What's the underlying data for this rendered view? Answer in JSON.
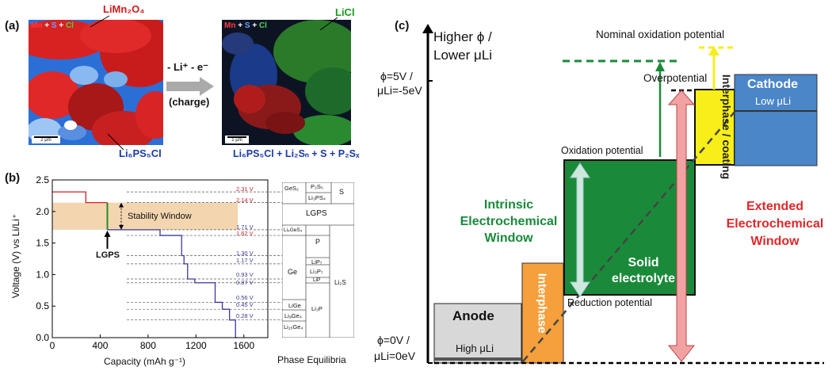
{
  "panel_a": {
    "label": "(a)",
    "left_caption": "LiMn₂O₄",
    "left_legend": [
      "Mn",
      "+",
      "S",
      "+",
      "Cl"
    ],
    "left_bottom_caption": "Li₆PS₅Cl",
    "left_scale": "2 μm",
    "arrow_top": "- Li⁺ - e⁻",
    "arrow_bottom": "(charge)",
    "right_caption": "LiCl",
    "right_legend": [
      "Mn",
      "+",
      "S",
      "+",
      "Cl"
    ],
    "right_scale": "1 μm",
    "right_bottom_caption": "Li₆PS₅Cl + Li₂Sₙ + S + P₂Sₓ"
  },
  "panel_b": {
    "label": "(b)",
    "stability_label": "Stability Window",
    "lgps_label": "LGPS",
    "phase_title": "Phase Equilibria",
    "phase_cells": {
      "ges2": "GeS₂",
      "p2s5": "P₂S₅",
      "li3ps4": "Li₃PS₄",
      "s": "S",
      "lgps": "LGPS",
      "li4ges4": "Li₄GeS₄",
      "p": "P",
      "lip7": "LiP₇",
      "ge": "Ge",
      "li3p7": "Li₃P₇",
      "lip": "LiP",
      "li2s": "Li₂S",
      "lige": "LiGe",
      "li9ge4": "Li₉Ge₄",
      "li15ge4": "Li₁₅Ge₄",
      "li3p": "Li₃P"
    },
    "red_voltage_labels": [
      "2.31 V",
      "2.14 V",
      "1.62 V"
    ],
    "blue_voltage_labels": [
      "1.71 V",
      "1.30 V",
      "1.17 V",
      "0.93 V",
      "0.87 V",
      "0.56 V",
      "0.45 V",
      "0.28 V"
    ]
  },
  "chart_data": {
    "type": "line",
    "xlabel": "Capacity (mAh g⁻¹)",
    "ylabel": "Voltage (V) vs Li/Li⁺",
    "xlim": [
      0,
      1800
    ],
    "ylim": [
      0,
      2.5
    ],
    "xticks": [
      0,
      400,
      800,
      1200,
      1600
    ],
    "yticks": [
      0.0,
      0.5,
      1.0,
      1.5,
      2.0,
      2.5
    ],
    "stability_window": [
      1.71,
      2.14
    ],
    "lgps_capacity": 460,
    "colors": {
      "red": "#d0202a",
      "blue": "#3a3a9a",
      "band": "#f3d6b0",
      "green": "#2a8a2a"
    },
    "series": [
      {
        "color": "red",
        "x": [
          0,
          280,
          280,
          460
        ],
        "y": [
          2.31,
          2.31,
          2.14,
          2.14
        ]
      },
      {
        "color": "blue",
        "x": [
          460,
          900,
          900,
          1080,
          1080,
          1100,
          1100,
          1130,
          1130,
          1190,
          1190,
          1360,
          1360,
          1420,
          1420,
          1480,
          1480,
          1530,
          1530,
          1545
        ],
        "y": [
          1.71,
          1.71,
          1.62,
          1.62,
          1.3,
          1.3,
          1.17,
          1.17,
          0.93,
          0.93,
          0.87,
          0.87,
          0.56,
          0.56,
          0.45,
          0.45,
          0.28,
          0.28,
          0.0,
          0.0
        ]
      }
    ],
    "voltage_markers": [
      {
        "v": 2.31,
        "color": "red"
      },
      {
        "v": 2.14,
        "color": "red"
      },
      {
        "v": 1.71,
        "color": "blue"
      },
      {
        "v": 1.62,
        "color": "red"
      },
      {
        "v": 1.3,
        "color": "blue"
      },
      {
        "v": 1.17,
        "color": "blue"
      },
      {
        "v": 0.93,
        "color": "blue"
      },
      {
        "v": 0.87,
        "color": "blue"
      },
      {
        "v": 0.56,
        "color": "blue"
      },
      {
        "v": 0.45,
        "color": "blue"
      },
      {
        "v": 0.28,
        "color": "blue"
      }
    ]
  },
  "panel_c": {
    "label": "(c)",
    "axis_top_1": "Higher ϕ /",
    "axis_top_2": "Lower μLi",
    "phi5_1": "ϕ=5V /",
    "phi5_2": "μLi=-5eV",
    "phi0_1": "ϕ=0V /",
    "phi0_2": "μLi=0eV",
    "nominal": "Nominal oxidation potential",
    "overpotential": "Overpotential",
    "oxidation": "Oxidation potential",
    "reduction": "Reduction potential",
    "intrinsic": [
      "Intrinsic",
      "Electrochemical",
      "Window"
    ],
    "extended": [
      "Extended",
      "Electrochemical",
      "Window"
    ],
    "solid": [
      "Solid",
      "electrolyte"
    ],
    "anode": "Anode",
    "anode_sub": "High μLi",
    "cathode": "Cathode",
    "cathode_sub": "Low μLi",
    "interphase": "Interphase",
    "coating": "Interphase / coating",
    "colors": {
      "green": "#1a8a3a",
      "red": "#e0282a",
      "orange": "#f5a03c",
      "yellow": "#f7ee1a",
      "blue": "#4a86c8",
      "anode": "#d8d8d8"
    }
  }
}
